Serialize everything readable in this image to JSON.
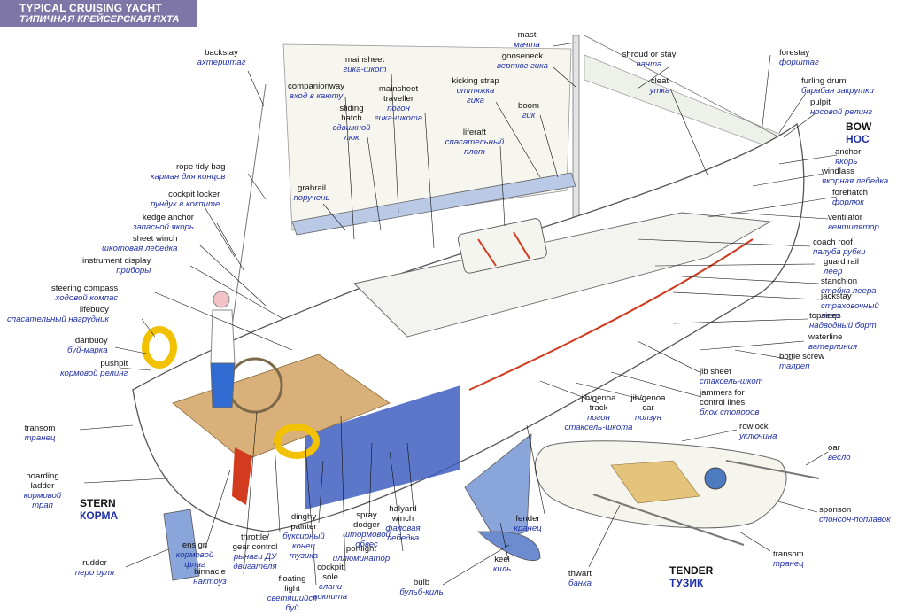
{
  "title": {
    "en": "TYPICAL CRUISING YACHT",
    "ru": "ТИПИЧНАЯ КРЕЙСЕРСКАЯ ЯХТА"
  },
  "labels": [
    {
      "id": "backstay",
      "en": "backstay",
      "ru": "ахтерштаг"
    },
    {
      "id": "mainsheet",
      "en": "mainsheet",
      "ru": "гика-шкот"
    },
    {
      "id": "mast",
      "en": "mast",
      "ru": "мачта"
    },
    {
      "id": "gooseneck",
      "en": "gooseneck",
      "ru": "вертюг гика"
    },
    {
      "id": "shroud",
      "en": "shroud or stay",
      "ru": "ванта"
    },
    {
      "id": "forestay",
      "en": "forestay",
      "ru": "форштаг"
    },
    {
      "id": "companionway",
      "en": "companionway",
      "ru": "вход в каюту"
    },
    {
      "id": "traveller",
      "en": "mainsheet\ntraveller",
      "ru": "погон\nгика-шкота"
    },
    {
      "id": "kicking",
      "en": "kicking strap",
      "ru": "оттяжка\nгика"
    },
    {
      "id": "cleat",
      "en": "cleat",
      "ru": "утка"
    },
    {
      "id": "furling",
      "en": "furling drum",
      "ru": "барабан закрутки"
    },
    {
      "id": "pulpit",
      "en": "pulpit",
      "ru": "носовой релинг"
    },
    {
      "id": "hatch",
      "en": "sliding\nhatch",
      "ru": "сдвижной\nлюк"
    },
    {
      "id": "boom",
      "en": "boom",
      "ru": "гик"
    },
    {
      "id": "liferaft",
      "en": "liferaft",
      "ru": "спасательный\nплот"
    },
    {
      "id": "bow",
      "en": "BOW",
      "ru": "НОС"
    },
    {
      "id": "anchor",
      "en": "anchor",
      "ru": "якорь"
    },
    {
      "id": "windlass",
      "en": "windlass",
      "ru": "якорная лебедка"
    },
    {
      "id": "tidybag",
      "en": "rope tidy bag",
      "ru": "карман для концов"
    },
    {
      "id": "forehatch",
      "en": "forehatch",
      "ru": "форлюк"
    },
    {
      "id": "locker",
      "en": "cockpit locker",
      "ru": "рундук в кокпите"
    },
    {
      "id": "grabrail",
      "en": "grabrail",
      "ru": "поручень"
    },
    {
      "id": "ventilator",
      "en": "ventilator",
      "ru": "вентилятор"
    },
    {
      "id": "kedge",
      "en": "kedge anchor",
      "ru": "запасной якорь"
    },
    {
      "id": "winch",
      "en": "sheet winch",
      "ru": "шкотовая лебедка"
    },
    {
      "id": "coachroof",
      "en": "coach roof",
      "ru": "палуба рубки"
    },
    {
      "id": "guardrail",
      "en": "guard rail",
      "ru": "леер"
    },
    {
      "id": "instrument",
      "en": "instrument display",
      "ru": "приборы"
    },
    {
      "id": "stanchion",
      "en": "stanchion",
      "ru": "стойка леера"
    },
    {
      "id": "jackstay",
      "en": "jackstay",
      "ru": "страховочный леер"
    },
    {
      "id": "compass",
      "en": "steering compass",
      "ru": "ходовой компас"
    },
    {
      "id": "topsides",
      "en": "topsides",
      "ru": "надводный борт"
    },
    {
      "id": "lifebuoy",
      "en": "lifebuoy",
      "ru": "спасательный нагрудник"
    },
    {
      "id": "waterline",
      "en": "waterline",
      "ru": "ватерлиния"
    },
    {
      "id": "danbuoy",
      "en": "danbuoy",
      "ru": "буй-марка"
    },
    {
      "id": "bottlescrew",
      "en": "bottle screw",
      "ru": "талреп"
    },
    {
      "id": "pushpit",
      "en": "pushpit",
      "ru": "кормовой релинг"
    },
    {
      "id": "jibsheet",
      "en": "jib sheet",
      "ru": "стаксель-шкот"
    },
    {
      "id": "jammers",
      "en": "jammers for\ncontrol lines",
      "ru": "блок стопоров"
    },
    {
      "id": "jibtrack",
      "en": "jib/genoa\ntrack",
      "ru": "погон\nстаксель-шкота"
    },
    {
      "id": "jibcar",
      "en": "jib/genoa\ncar",
      "ru": "ползун"
    },
    {
      "id": "transom",
      "en": "transom",
      "ru": "транец"
    },
    {
      "id": "rowlock",
      "en": "rowlock",
      "ru": "уключина"
    },
    {
      "id": "oar",
      "en": "oar",
      "ru": "весло"
    },
    {
      "id": "boarding",
      "en": "boarding\nladder",
      "ru": "кормовой\nтрап"
    },
    {
      "id": "stern",
      "en": "STERN",
      "ru": "КОРМА"
    },
    {
      "id": "sponson",
      "en": "sponson",
      "ru": "спонсон-поплавок"
    },
    {
      "id": "halyard",
      "en": "halyard\nwinch",
      "ru": "фаловая\nлебедка"
    },
    {
      "id": "dinghy",
      "en": "dinghy\npainter",
      "ru": "буксирный\nконец\nтузика"
    },
    {
      "id": "spray",
      "en": "spray\ndodger",
      "ru": "штормовой\nобвес"
    },
    {
      "id": "fender",
      "en": "fender",
      "ru": "кранец"
    },
    {
      "id": "ensign",
      "en": "ensign",
      "ru": "кормовой\nфлаг"
    },
    {
      "id": "throttle",
      "en": "throttle/\ngear control",
      "ru": "рычаги ДУ\nдвигателя"
    },
    {
      "id": "portlight",
      "en": "portlight",
      "ru": "иллюминатор"
    },
    {
      "id": "transom2",
      "en": "transom",
      "ru": "транец"
    },
    {
      "id": "rudder",
      "en": "rudder",
      "ru": "перо руля"
    },
    {
      "id": "binnacle",
      "en": "binnacle",
      "ru": "нактоуз"
    },
    {
      "id": "sole",
      "en": "cockpit\nsole",
      "ru": "слани\nкокпита"
    },
    {
      "id": "keel",
      "en": "keel",
      "ru": "киль"
    },
    {
      "id": "tender",
      "en": "TENDER",
      "ru": "ТУЗИК"
    },
    {
      "id": "floatlight",
      "en": "floating\nlight",
      "ru": "светящийся\nбуй"
    },
    {
      "id": "bulb",
      "en": "bulb",
      "ru": "бульб-киль"
    },
    {
      "id": "thwart",
      "en": "thwart",
      "ru": "банка"
    }
  ]
}
